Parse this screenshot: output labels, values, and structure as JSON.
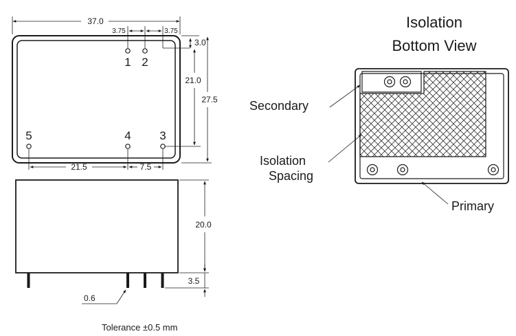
{
  "top_view": {
    "overall_width": "37.0",
    "pin_pitch_left": "3.75",
    "pin_pitch_right": "3.75",
    "pin_offset_top": "3.0",
    "pin_row_spacing": "21.0",
    "overall_height": "27.5",
    "pin_span_5_4": "21.5",
    "pin_span_4_3": "7.5",
    "pins": [
      "1",
      "2",
      "3",
      "4",
      "5"
    ]
  },
  "side_view": {
    "body_height": "20.0",
    "pin_length": "3.5",
    "pin_diameter": "0.6"
  },
  "tolerance": "Tolerance ±0.5 mm",
  "isolation_view": {
    "title_line1": "Isolation",
    "title_line2": "Bottom View",
    "label_secondary": "Secondary",
    "label_isolation_line1": "Isolation",
    "label_isolation_line2": "Spacing",
    "label_primary": "Primary"
  }
}
